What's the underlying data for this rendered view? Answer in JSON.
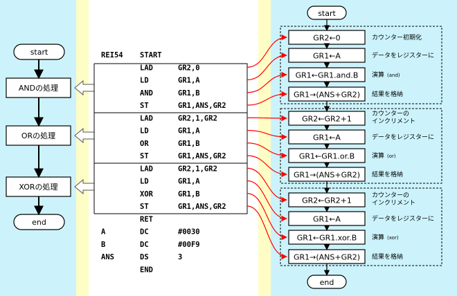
{
  "left_flow": {
    "start": "start",
    "steps": [
      "ANDの処理",
      "ORの処理",
      "XORの処理"
    ],
    "end": "end"
  },
  "program": {
    "rows": [
      [
        "REI54",
        "START",
        ""
      ],
      [
        "",
        "LAD",
        "GR2,0"
      ],
      [
        "",
        "LD",
        "GR1,A"
      ],
      [
        "",
        "AND",
        "GR1,B"
      ],
      [
        "",
        "ST",
        "GR1,ANS,GR2"
      ],
      [
        "",
        "LAD",
        "GR2,1,GR2"
      ],
      [
        "",
        "LD",
        "GR1,A"
      ],
      [
        "",
        "OR",
        "GR1,B"
      ],
      [
        "",
        "ST",
        "GR1,ANS,GR2"
      ],
      [
        "",
        "LAD",
        "GR2,1,GR2"
      ],
      [
        "",
        "LD",
        "GR1,A"
      ],
      [
        "",
        "XOR",
        "GR1,B"
      ],
      [
        "",
        "ST",
        "GR1,ANS,GR2"
      ],
      [
        "",
        "RET",
        ""
      ],
      [
        "A",
        "DC",
        "#0030"
      ],
      [
        "B",
        "DC",
        "#00F9"
      ],
      [
        "ANS",
        "DS",
        "3"
      ],
      [
        "",
        "END",
        ""
      ]
    ]
  },
  "right_flow": {
    "start": "start",
    "end": "end",
    "groups": [
      {
        "steps": [
          "GR2←0",
          "GR1←A",
          "GR1←GR1.and.B",
          "GR1→(ANS+GR2)"
        ],
        "notes": [
          [
            "カウンター初期化"
          ],
          [
            "データをレジスターに"
          ],
          [
            "演算",
            "(and)"
          ],
          [
            "結果を格納"
          ]
        ]
      },
      {
        "steps": [
          "GR2←GR2+1",
          "GR1←A",
          "GR1←GR1.or.B",
          "GR1→(ANS+GR2)"
        ],
        "notes": [
          [
            "カウンターの",
            "インクリメント"
          ],
          [
            "データをレジスターに"
          ],
          [
            "演算",
            "(or)"
          ],
          [
            "結果を格納"
          ]
        ]
      },
      {
        "steps": [
          "GR2←GR2+1",
          "GR1←A",
          "GR1←GR1.xor.B",
          "GR1→(ANS+GR2)"
        ],
        "notes": [
          [
            "カウンターの",
            "インクリメント"
          ],
          [
            "データをレジスターに"
          ],
          [
            "演算",
            "(xor)"
          ],
          [
            "結果を格納"
          ]
        ]
      }
    ]
  },
  "colors": {
    "background": "#ccf3fb",
    "stripe": "#fffdc6",
    "arrow_red": "#ff0000",
    "hollow_arrow": "#ffffff"
  }
}
